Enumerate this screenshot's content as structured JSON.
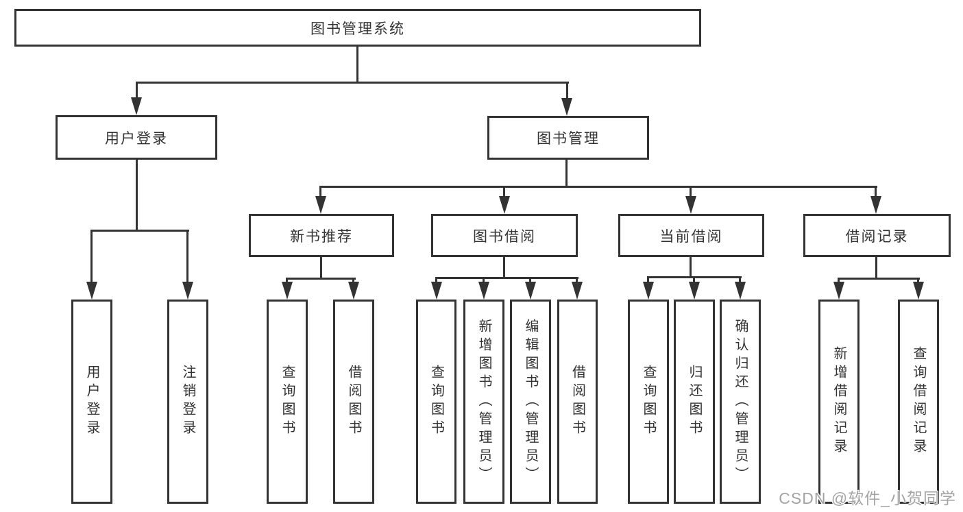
{
  "root": {
    "label": "图书管理系统"
  },
  "branches": [
    {
      "label": "用户登录",
      "children": [
        {
          "label": "用户登录"
        },
        {
          "label": "注销登录"
        }
      ]
    },
    {
      "label": "图书管理",
      "children": [
        {
          "label": "新书推荐",
          "children": [
            {
              "label": "查询图书"
            },
            {
              "label": "借阅图书"
            }
          ]
        },
        {
          "label": "图书借阅",
          "children": [
            {
              "label": "查询图书"
            },
            {
              "label": "新增图书（管理员）"
            },
            {
              "label": "编辑图书（管理员）"
            },
            {
              "label": "借阅图书"
            }
          ]
        },
        {
          "label": "当前借阅",
          "children": [
            {
              "label": "查询图书"
            },
            {
              "label": "归还图书"
            },
            {
              "label": "确认归还（管理员）"
            }
          ]
        },
        {
          "label": "借阅记录",
          "children": [
            {
              "label": "新增借阅记录"
            },
            {
              "label": "查询借阅记录"
            }
          ]
        }
      ]
    }
  ],
  "watermark": {
    "text": "CSDN @软件_小贺同学"
  },
  "colors": {
    "line": "#333333",
    "text": "#333333",
    "background": "#ffffff",
    "watermark": "#a3a3a3"
  }
}
